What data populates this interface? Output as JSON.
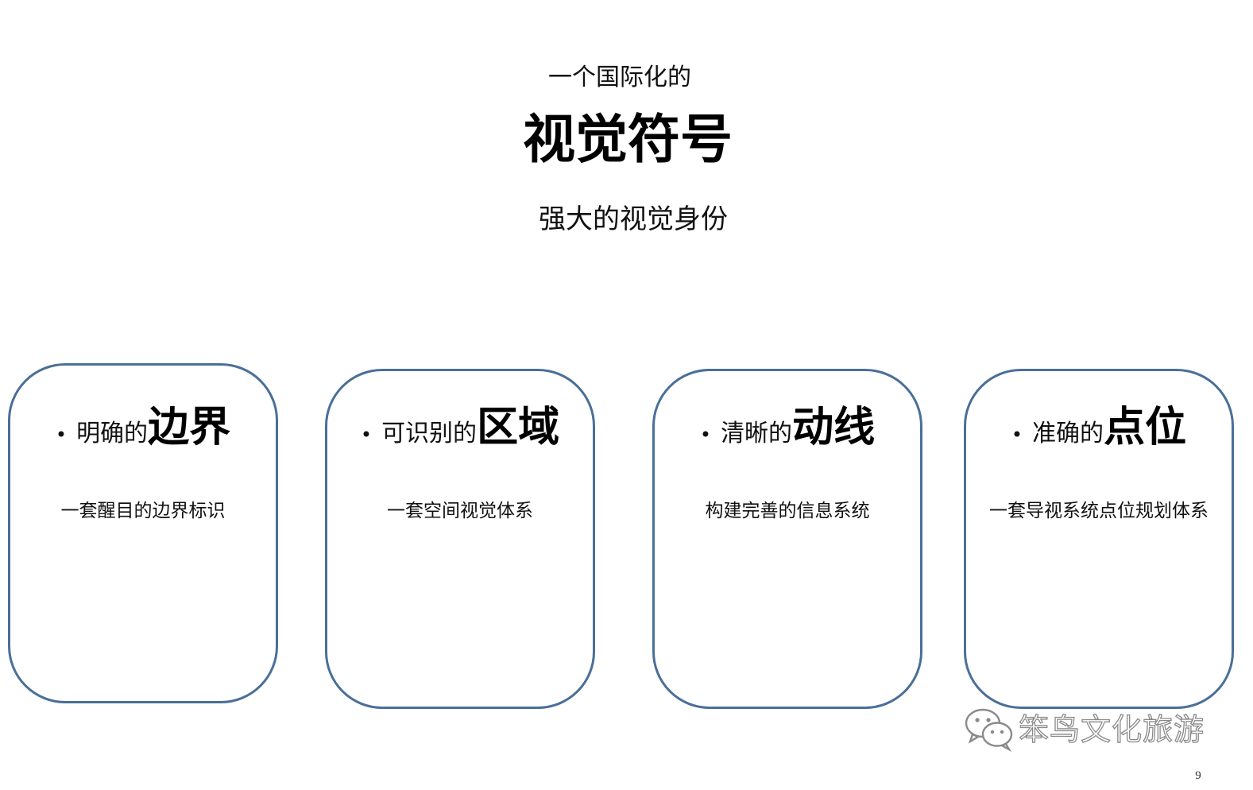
{
  "header": {
    "subtitle": "一个国际化的",
    "title": "视觉符号",
    "tagline": "强大的视觉身份"
  },
  "cards": [
    {
      "bullet": "•",
      "heading_light": "明确的",
      "heading_bold": "边界",
      "description": "一套醒目的边界标识"
    },
    {
      "bullet": "•",
      "heading_light": "可识别的",
      "heading_bold": "区域",
      "description": "一套空间视觉体系"
    },
    {
      "bullet": "•",
      "heading_light": "清晰的",
      "heading_bold": "动线",
      "description": "构建完善的信息系统"
    },
    {
      "bullet": "•",
      "heading_light": "准确的",
      "heading_bold": "点位",
      "description": "一套导视系统点位规划体系"
    }
  ],
  "watermark": {
    "icon": "wechat-icon",
    "text": "笨鸟文化旅游"
  },
  "footer": {
    "page_number": "9"
  },
  "colors": {
    "card_border": "#4a6f98",
    "text": "#111111",
    "watermark_stroke": "#8a8a8a"
  }
}
